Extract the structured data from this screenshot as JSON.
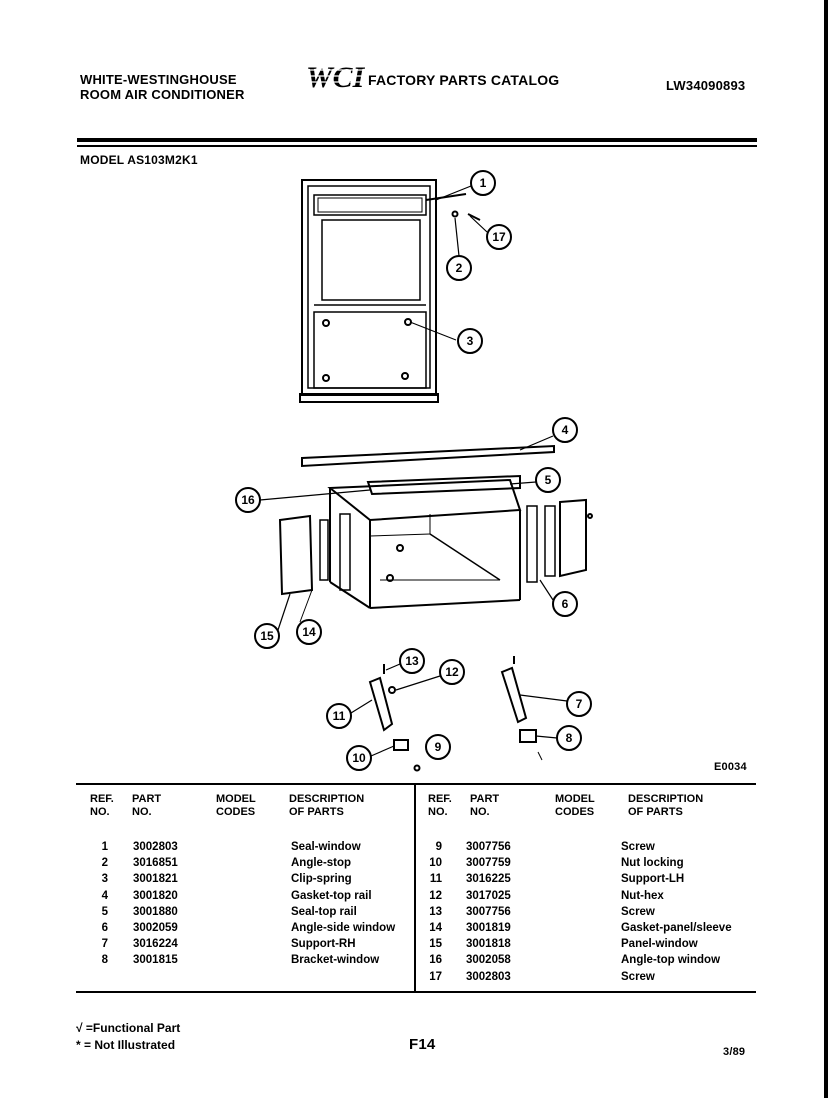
{
  "header": {
    "brand_line1": "WHITE-WESTINGHOUSE",
    "brand_line2": "ROOM AIR CONDITIONER",
    "logo_text": "WCI",
    "catalog_title": "FACTORY PARTS CATALOG",
    "catalog_number": "LW34090893"
  },
  "model_line": "MODEL AS103M2K1",
  "diagram": {
    "callouts": [
      "1",
      "17",
      "2",
      "3",
      "4",
      "5",
      "16",
      "6",
      "15",
      "14",
      "13",
      "12",
      "11",
      "10",
      "9",
      "7",
      "8"
    ],
    "code": "E0034"
  },
  "table": {
    "headers": {
      "ref": "REF.\nNO.",
      "part": "PART\nNO.",
      "model": "MODEL\nCODES",
      "desc": "DESCRIPTION\nOF PARTS"
    },
    "left_rows": [
      {
        "ref": "1",
        "part": "3002803",
        "desc": "Seal-window"
      },
      {
        "ref": "2",
        "part": "3016851",
        "desc": "Angle-stop"
      },
      {
        "ref": "3",
        "part": "3001821",
        "desc": "Clip-spring"
      },
      {
        "ref": "4",
        "part": "3001820",
        "desc": "Gasket-top rail"
      },
      {
        "ref": "5",
        "part": "3001880",
        "desc": "Seal-top rail"
      },
      {
        "ref": "6",
        "part": "3002059",
        "desc": "Angle-side window"
      },
      {
        "ref": "7",
        "part": "3016224",
        "desc": "Support-RH"
      },
      {
        "ref": "8",
        "part": "3001815",
        "desc": "Bracket-window"
      }
    ],
    "right_rows": [
      {
        "ref": "9",
        "part": "3007756",
        "desc": "Screw"
      },
      {
        "ref": "10",
        "part": "3007759",
        "desc": "Nut locking"
      },
      {
        "ref": "11",
        "part": "3016225",
        "desc": "Support-LH"
      },
      {
        "ref": "12",
        "part": "3017025",
        "desc": "Nut-hex"
      },
      {
        "ref": "13",
        "part": "3007756",
        "desc": "Screw"
      },
      {
        "ref": "14",
        "part": "3001819",
        "desc": "Gasket-panel/sleeve"
      },
      {
        "ref": "15",
        "part": "3001818",
        "desc": "Panel-window"
      },
      {
        "ref": "16",
        "part": "3002058",
        "desc": "Angle-top window"
      },
      {
        "ref": "17",
        "part": "3002803",
        "desc": "Screw"
      }
    ]
  },
  "legend": {
    "functional": "√ =Functional Part",
    "not_illustrated": "* = Not Illustrated"
  },
  "page_number": "F14",
  "date": "3/89"
}
